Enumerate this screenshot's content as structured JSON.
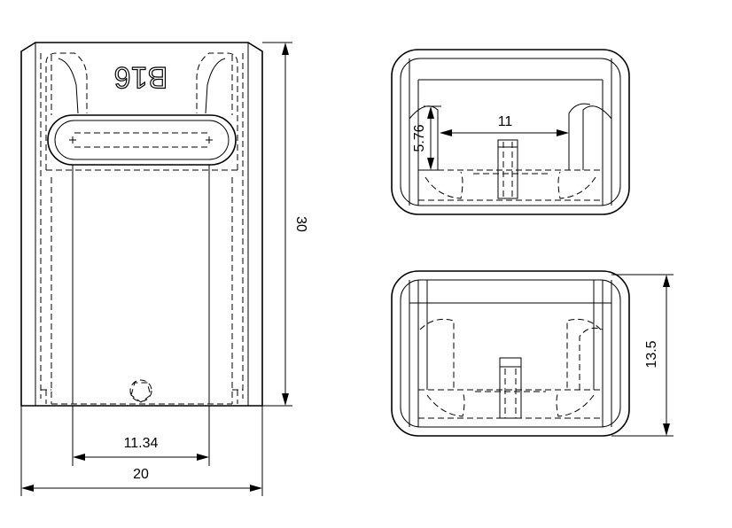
{
  "part_marking": "B16",
  "dimensions": {
    "overall_height": "30",
    "hole_spacing": "11.34",
    "overall_width": "20",
    "inner_width": "11",
    "inner_height": "5.76",
    "side_height": "13.5"
  }
}
